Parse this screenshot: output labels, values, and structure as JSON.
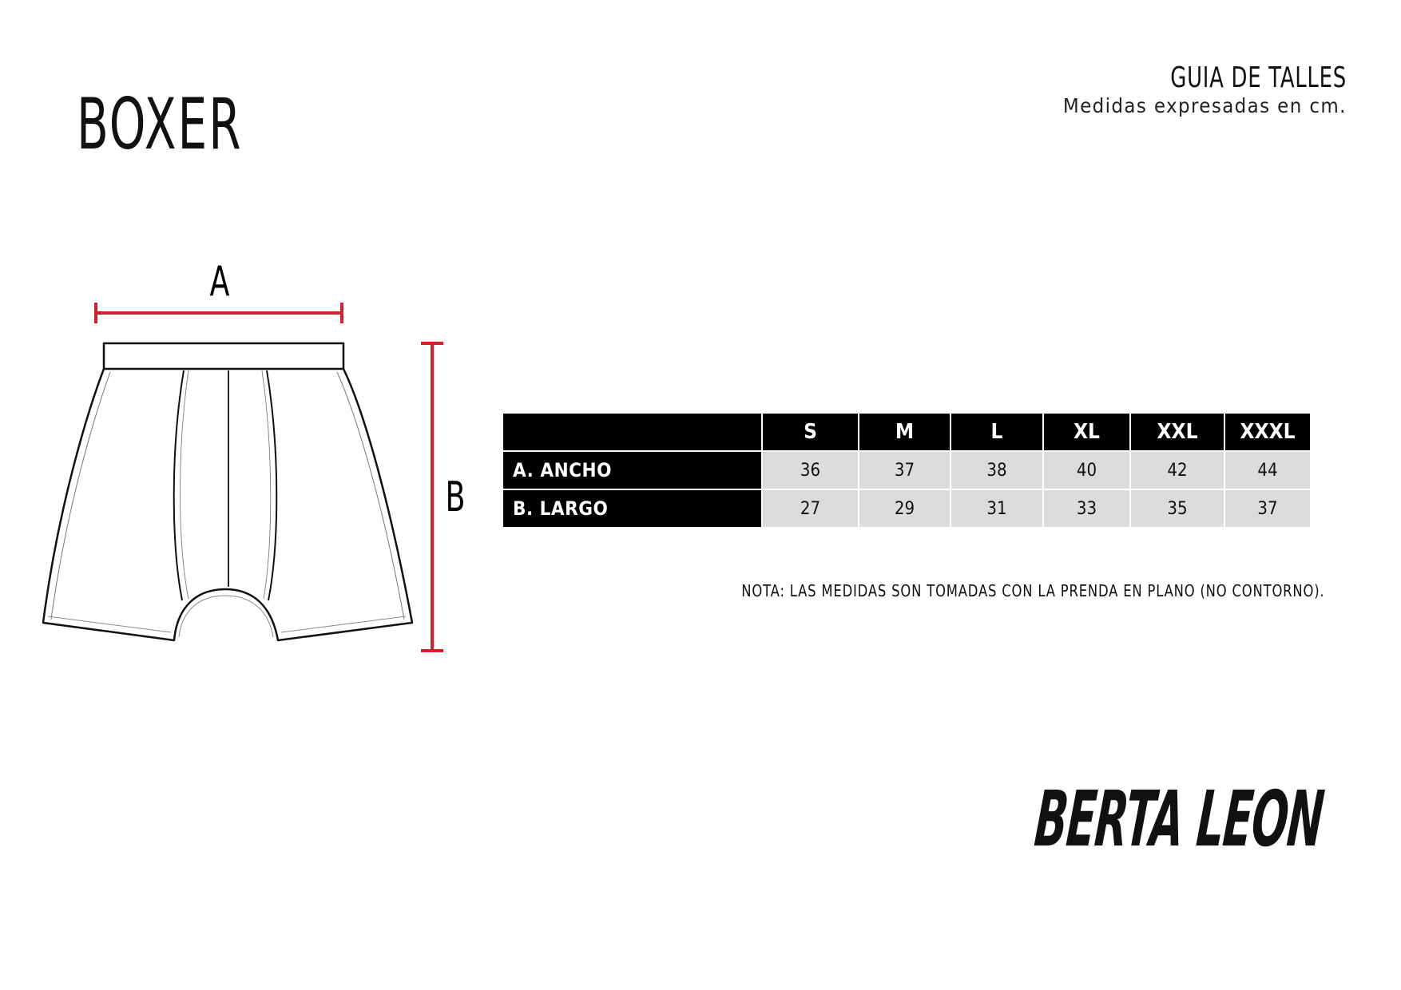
{
  "header": {
    "product_title": "BOXER",
    "guide_title": "GUIA DE TALLES",
    "guide_subtitle": "Medidas expresadas en cm."
  },
  "diagram": {
    "label_a": "A",
    "label_b": "B",
    "measure_color": "#d0222d",
    "outline_color": "#111111"
  },
  "size_table": {
    "columns": [
      "S",
      "M",
      "L",
      "XL",
      "XXL",
      "XXXL"
    ],
    "rows": [
      {
        "label": "A. ANCHO",
        "values": [
          "36",
          "37",
          "38",
          "40",
          "42",
          "44"
        ]
      },
      {
        "label": "B. LARGO",
        "values": [
          "27",
          "29",
          "31",
          "33",
          "35",
          "37"
        ]
      }
    ],
    "header_bg": "#000000",
    "cell_bg": "#dcdcdc"
  },
  "note": "NOTA: LAS MEDIDAS SON TOMADAS CON LA PRENDA EN PLANO (NO CONTORNO).",
  "brand": "BERTA LEON"
}
